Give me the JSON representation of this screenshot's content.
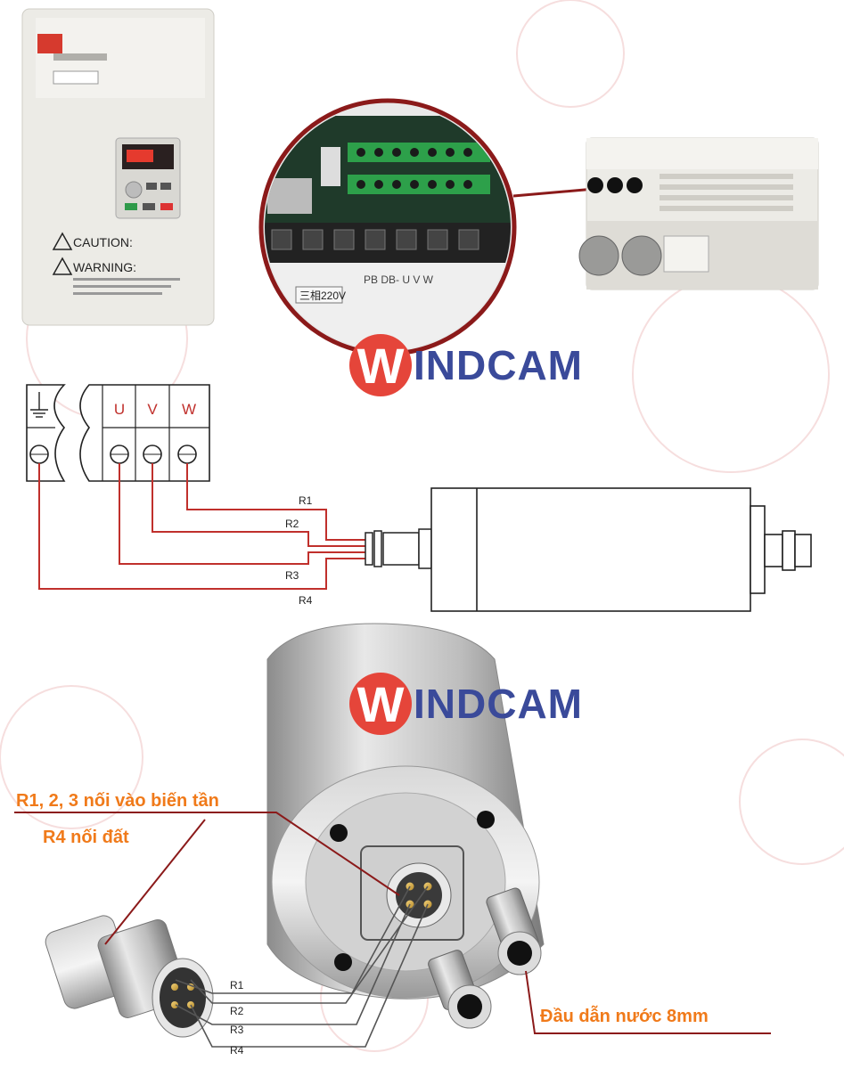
{
  "brand": {
    "first_letter": "W",
    "rest": "INDCAM"
  },
  "inverter": {
    "caution": "CAUTION:",
    "warning": "WARNING:",
    "terminal_voltage": "三相220V",
    "terminal_codes": "PB  DB-  U   V   W"
  },
  "terminals": {
    "u": "U",
    "v": "V",
    "w": "W"
  },
  "wires": {
    "r1": "R1",
    "r2": "R2",
    "r3": "R3",
    "r4": "R4"
  },
  "annotations": {
    "r123": "R1, 2, 3 nối vào biến tần",
    "r4": "R4 nối đất",
    "water": "Đầu dẫn nước 8mm"
  },
  "colors": {
    "wire": "#c0302c",
    "brand_red": "#e5453a",
    "brand_blue": "#3a4a9a",
    "annotation": "#f07a1a"
  }
}
